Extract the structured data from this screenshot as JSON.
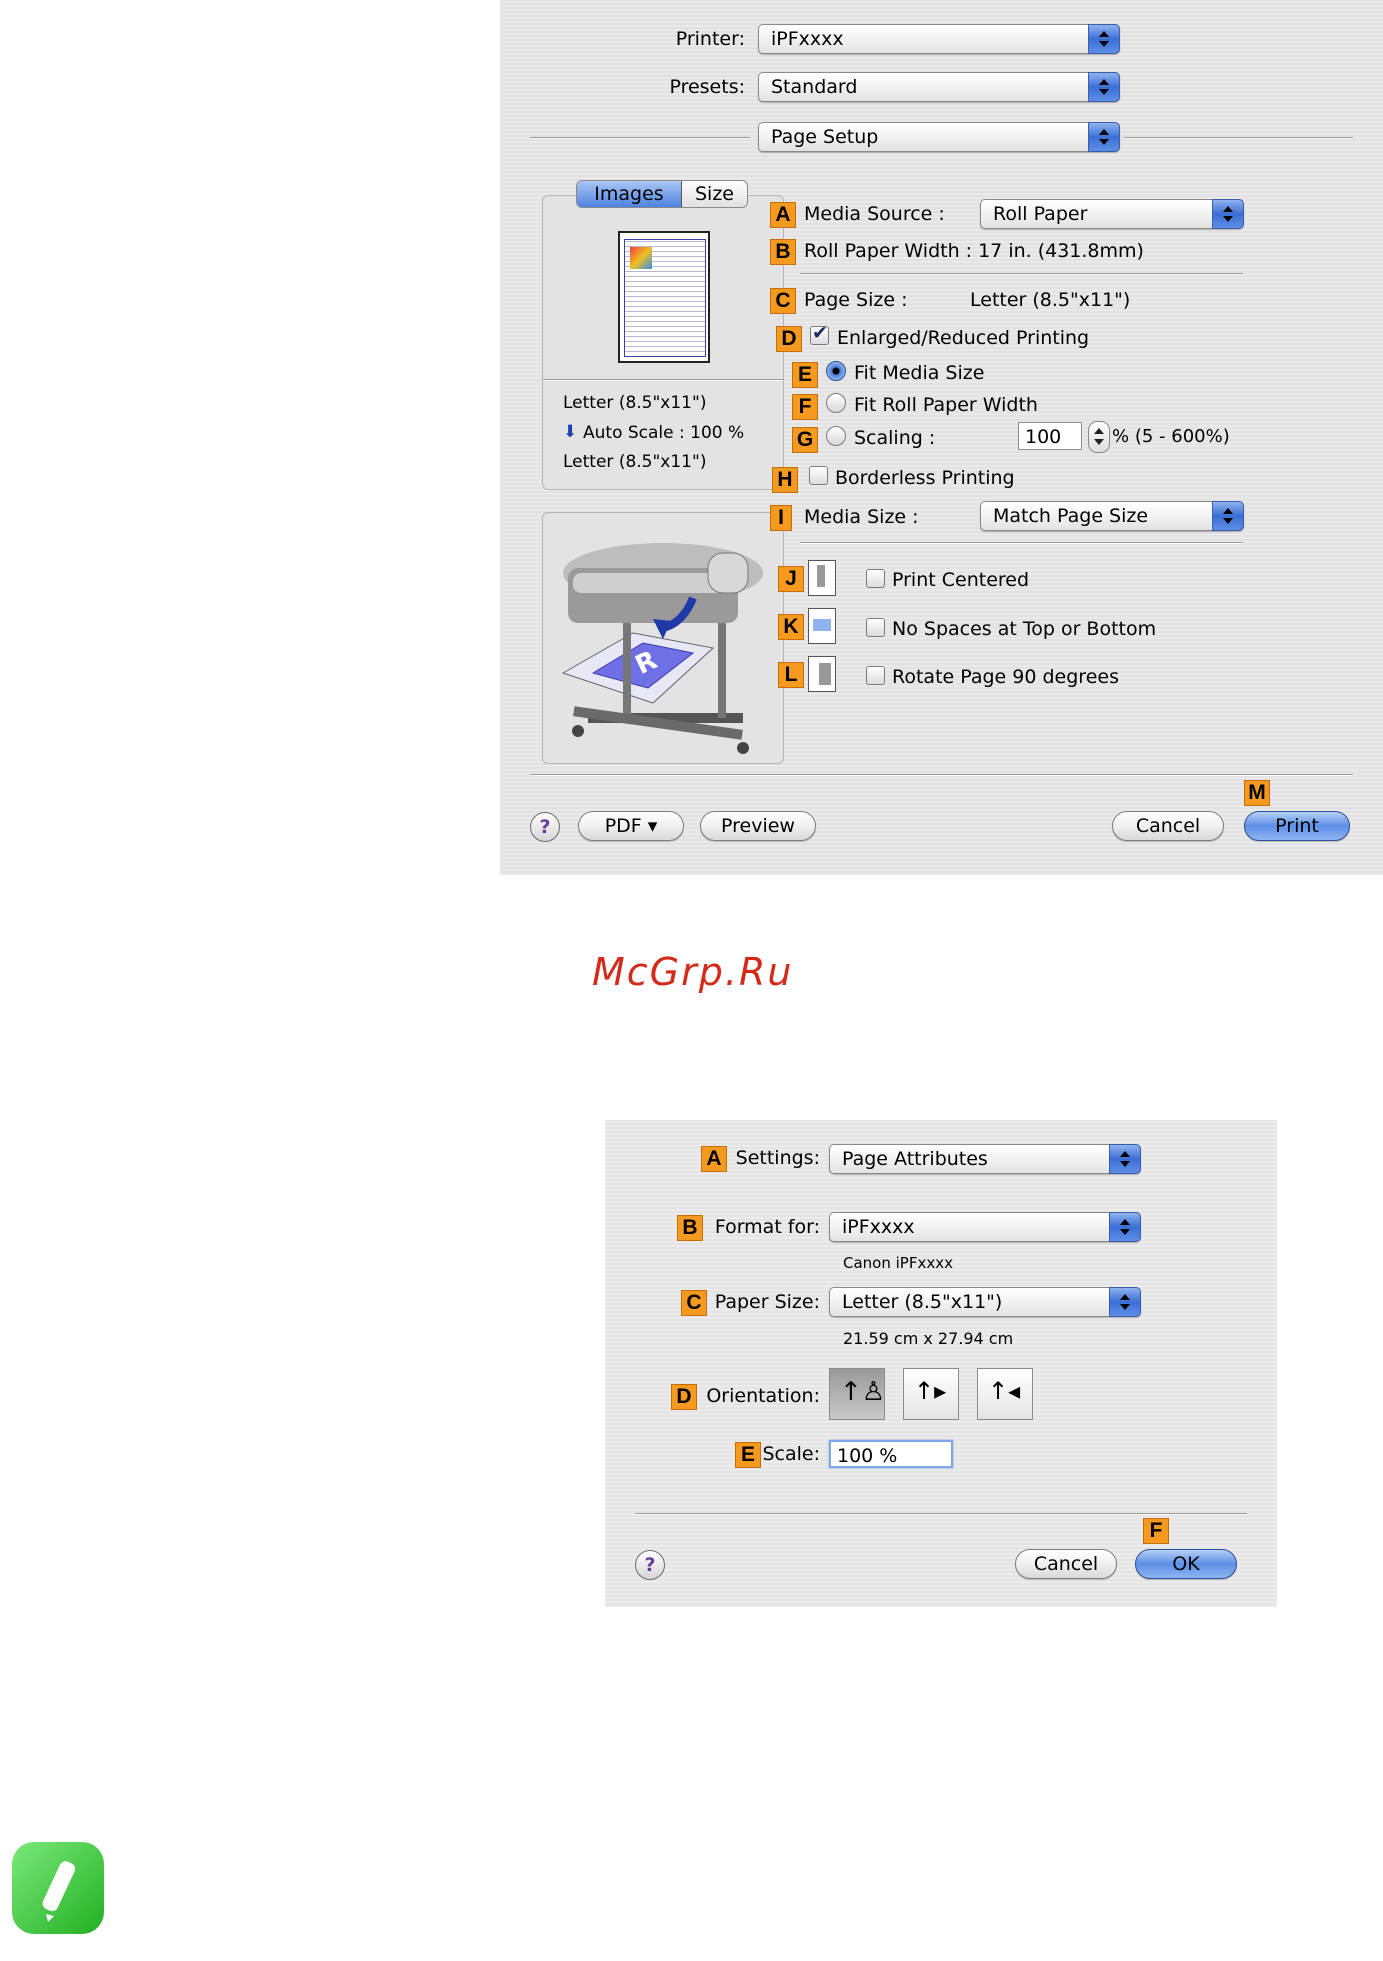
{
  "print_dialog": {
    "printer_label": "Printer:",
    "printer_value": "iPFxxxx",
    "presets_label": "Presets:",
    "presets_value": "Standard",
    "panel_value": "Page Setup",
    "tabs": [
      "Images",
      "Size"
    ],
    "preview_lines": [
      "Letter (8.5\"x11\")",
      "Auto Scale : 100 %",
      "Letter (8.5\"x11\")"
    ],
    "media_source_label": "Media Source :",
    "media_source_value": "Roll Paper",
    "roll_paper_width": "Roll Paper Width : 17 in. (431.8mm)",
    "page_size_label": "Page Size :",
    "page_size_value": "Letter (8.5\"x11\")",
    "enlarged_label": "Enlarged/Reduced Printing",
    "fit_media_label": "Fit Media Size",
    "fit_roll_label": "Fit Roll Paper Width",
    "scaling_label": "Scaling :",
    "scaling_value": "100",
    "scaling_range": "% (5 - 600%)",
    "borderless_label": "Borderless Printing",
    "media_size_label": "Media Size :",
    "media_size_value": "Match Page Size",
    "print_centered_label": "Print Centered",
    "no_spaces_label": "No Spaces at Top or Bottom",
    "rotate_label": "Rotate Page 90 degrees",
    "help_label": "?",
    "pdf_label": "PDF ▾",
    "preview_label": "Preview",
    "cancel_label": "Cancel",
    "print_label": "Print",
    "badges": [
      "A",
      "B",
      "C",
      "D",
      "E",
      "F",
      "G",
      "H",
      "I",
      "J",
      "K",
      "L",
      "M"
    ]
  },
  "watermark": "McGrp.Ru",
  "page_setup_dialog": {
    "settings_label": "Settings:",
    "settings_value": "Page Attributes",
    "format_label": "Format for:",
    "format_value": "iPFxxxx",
    "format_sub": "Canon iPFxxxx",
    "paper_size_label": "Paper Size:",
    "paper_size_value": "Letter (8.5\"x11\")",
    "paper_size_sub": "21.59 cm x 27.94 cm",
    "orientation_label": "Orientation:",
    "scale_label": "Scale:",
    "scale_value": "100 %",
    "help_label": "?",
    "cancel_label": "Cancel",
    "ok_label": "OK",
    "badges": [
      "A",
      "B",
      "C",
      "D",
      "E",
      "F"
    ]
  },
  "colors": {
    "badge": "#f59a1e",
    "default_button": "#5c8fe6",
    "note_icon": "#3cc83c"
  }
}
